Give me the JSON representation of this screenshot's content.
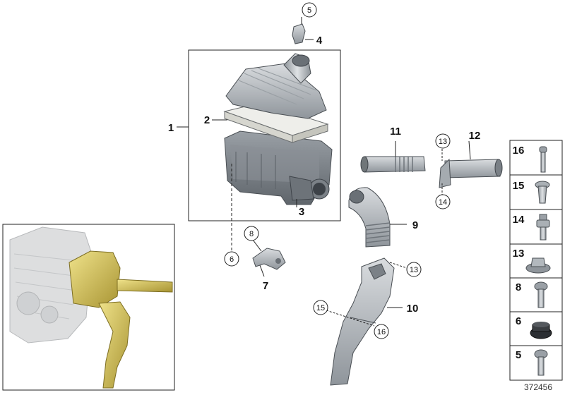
{
  "diagram": {
    "reference_number": "372456",
    "callouts": [
      {
        "id": "1",
        "label": "1"
      },
      {
        "id": "2",
        "label": "2"
      },
      {
        "id": "3",
        "label": "3"
      },
      {
        "id": "4",
        "label": "4"
      },
      {
        "id": "5",
        "label": "5"
      },
      {
        "id": "6",
        "label": "6"
      },
      {
        "id": "7",
        "label": "7"
      },
      {
        "id": "8",
        "label": "8"
      },
      {
        "id": "9",
        "label": "9"
      },
      {
        "id": "10",
        "label": "10"
      },
      {
        "id": "11",
        "label": "11"
      },
      {
        "id": "12",
        "label": "12"
      },
      {
        "id": "13a",
        "label": "13"
      },
      {
        "id": "13b",
        "label": "13"
      },
      {
        "id": "14",
        "label": "14"
      },
      {
        "id": "15",
        "label": "15"
      },
      {
        "id": "16",
        "label": "16"
      }
    ],
    "fastener_panel": [
      {
        "label": "16"
      },
      {
        "label": "15"
      },
      {
        "label": "14"
      },
      {
        "label": "13"
      },
      {
        "label": "8"
      },
      {
        "label": "6"
      },
      {
        "label": "5"
      }
    ]
  }
}
